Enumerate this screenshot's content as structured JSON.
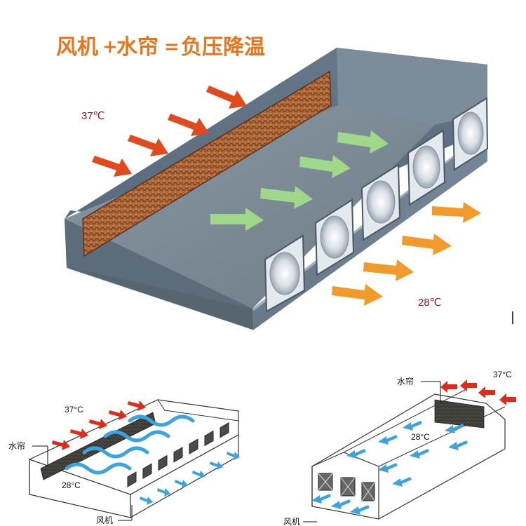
{
  "title": {
    "part1": "风机",
    "plus": "+",
    "part2": "水帘",
    "equals": "=",
    "part3": "负压降温"
  },
  "main": {
    "temp_in": "37℃",
    "temp_out": "28℃"
  },
  "left_diagram": {
    "temp_in": "37°C",
    "temp_out": "28°C",
    "curtain_label": "水帘",
    "fan_label": "风机"
  },
  "right_diagram": {
    "temp_in": "37°C",
    "temp_inside": "28°C",
    "curtain_label": "水帘",
    "fan_label": "风机"
  },
  "colors": {
    "title_orange": "#e8751a",
    "hot_arrow": "#e04a1c",
    "cool_arrow_green": "#9fd88a",
    "out_arrow_orange": "#f39a2c",
    "wall_gray": "#6f7f8d",
    "floor_gray": "#7f8e9b",
    "curtain_brown": "#a8643a",
    "blue_flow": "#3aa3e0",
    "temp_red": "#8b1a1a"
  }
}
